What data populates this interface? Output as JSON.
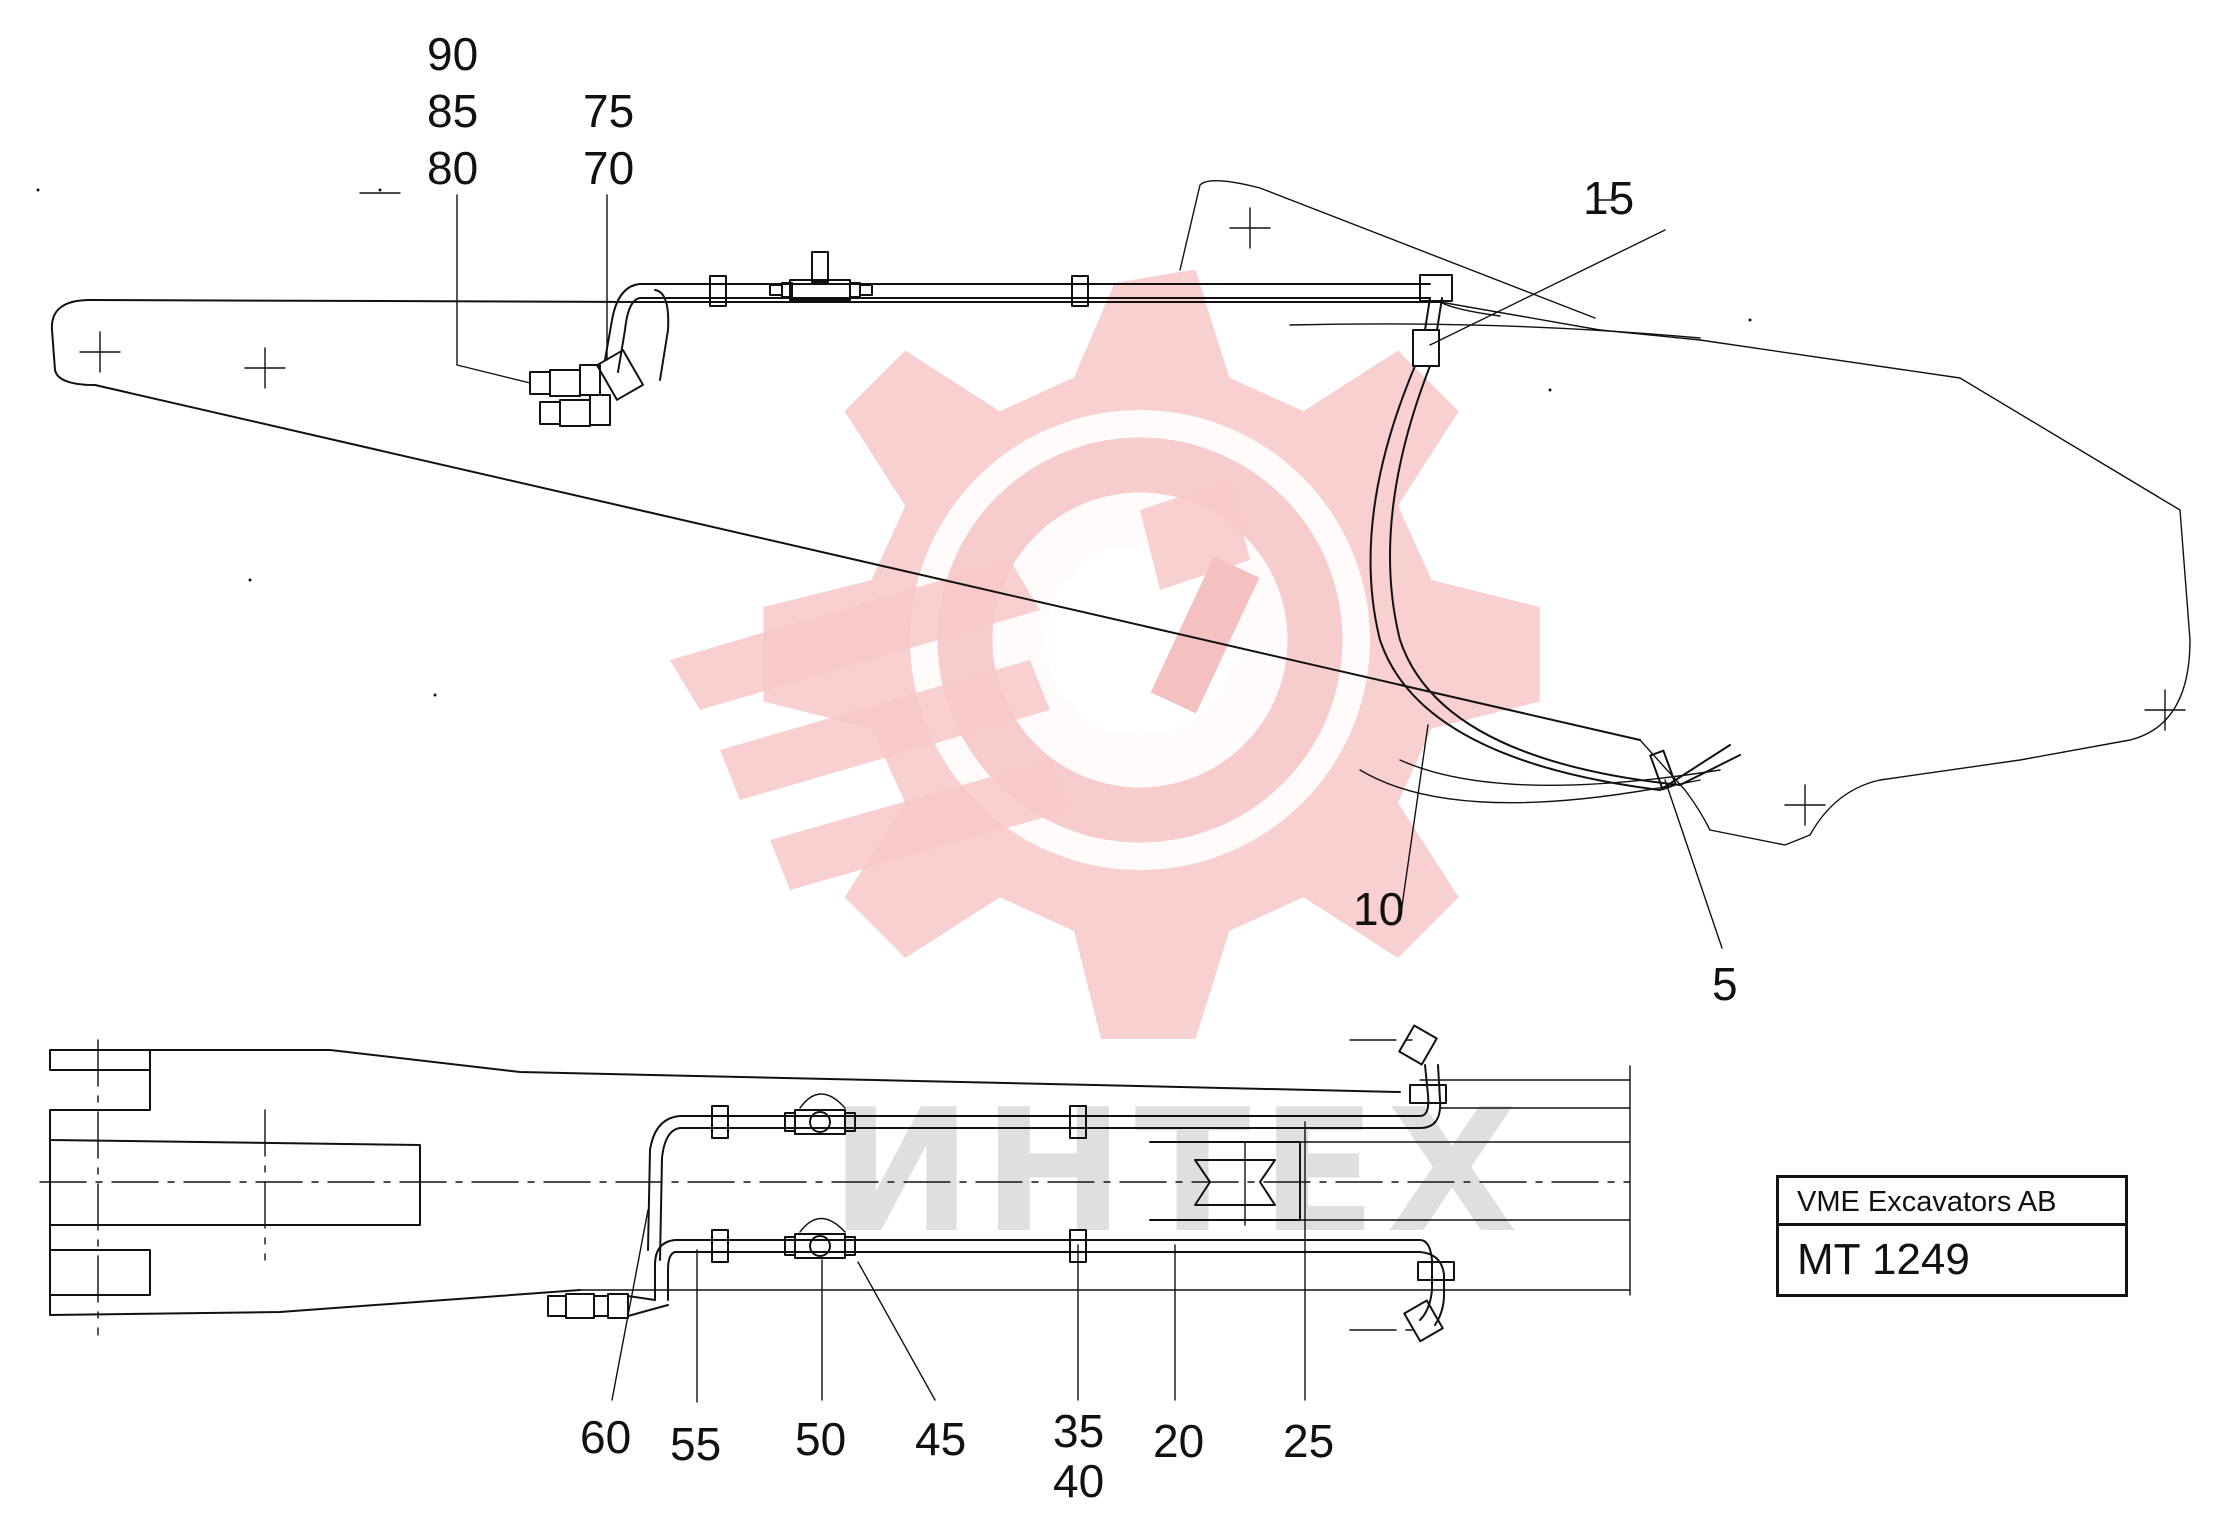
{
  "title_block": {
    "company": "VME Excavators AB",
    "drawing_number": "MT 1249"
  },
  "watermark": {
    "text": "ИНТЕХ",
    "color": "#f2b0b0"
  },
  "callouts": {
    "c90": "90",
    "c85": "85",
    "c80": "80",
    "c75": "75",
    "c70": "70",
    "c15": "15",
    "c10": "10",
    "c5": "5",
    "c60": "60",
    "c55": "55",
    "c50": "50",
    "c45": "45",
    "c35": "35",
    "c40": "40",
    "c20": "20",
    "c25": "25"
  }
}
